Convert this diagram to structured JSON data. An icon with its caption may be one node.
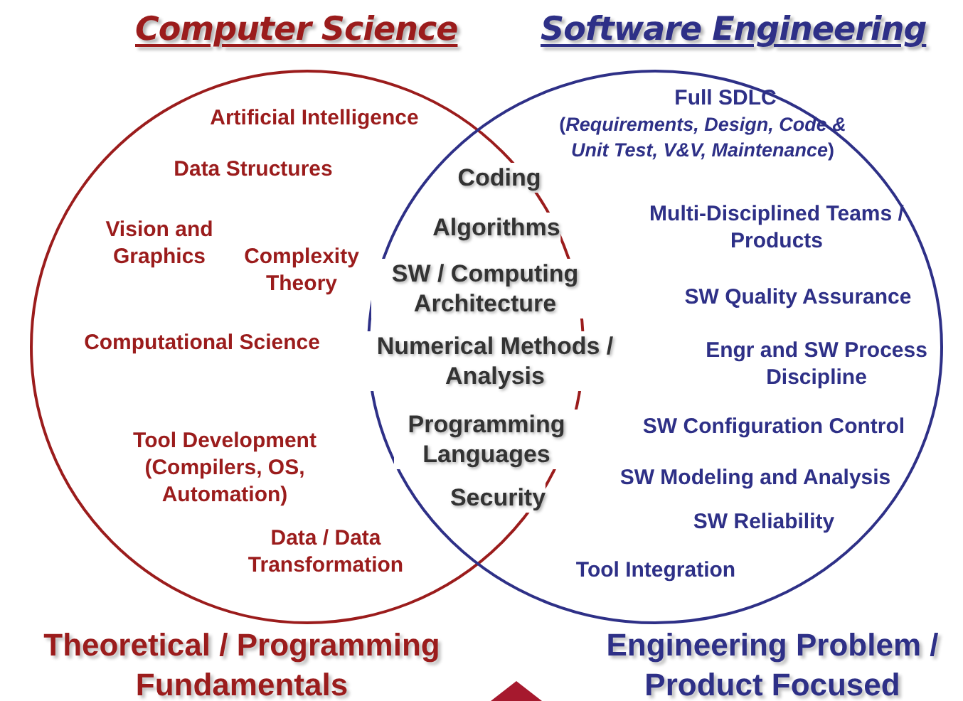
{
  "diagram": {
    "nodes": [
      {
        "text": [
          "Computer Science"
        ],
        "beside": [
          "Theoretical / Programming Fundamentals"
        ]
      },
      {
        "text": [
          "Software Engineering"
        ],
        "beside": [
          "Engineering Problem / Product Focused"
        ]
      }
    ],
    "labels": [
      "Artificial Intelligence",
      "Data Structures",
      "Vision and Graphics",
      "Complexity Theory",
      "Computational Science",
      "Tool Development (Compilers, OS, Automation)",
      "Data / Data Transformation",
      "Coding",
      "Algorithms",
      "SW / Computing Architecture",
      "Numerical Methods / Analysis",
      "Programming Languages",
      "Security",
      "Full SDLC",
      "(*Requirements, Design, Code & Unit Test,  V&V, Maintenance*)",
      "Multi-Disciplined Teams / Products",
      "SW Quality Assurance",
      "Engr and SW Process Discipline",
      "SW Configuration Control",
      "SW Modeling and Analysis",
      "SW Reliability",
      "Tool Integration"
    ]
  }
}
